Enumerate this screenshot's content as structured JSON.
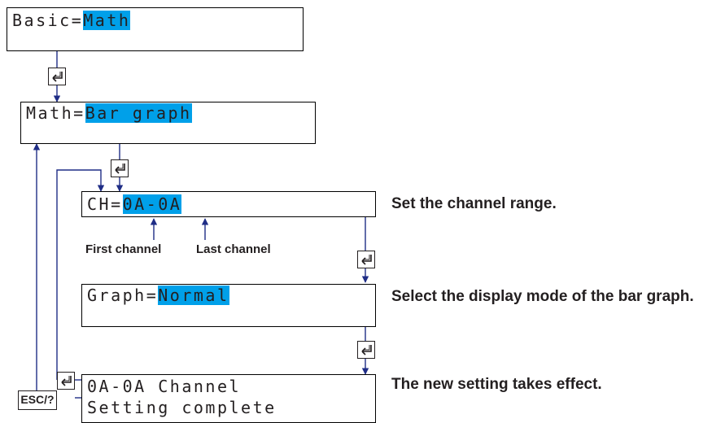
{
  "screens": {
    "basic": {
      "prefix": "Basic=",
      "value": "Math"
    },
    "math": {
      "prefix": "Math=",
      "value": "Bar graph"
    },
    "ch": {
      "prefix": "CH=",
      "value": "0A-0A"
    },
    "graph": {
      "prefix": "Graph=",
      "value": "Normal"
    },
    "complete": {
      "line1": "0A-0A Channel",
      "line2": "Setting complete"
    }
  },
  "labels": {
    "first_channel": "First channel",
    "last_channel": "Last channel"
  },
  "descriptions": {
    "ch": "Set the channel range.",
    "graph": "Select the display mode of the bar graph.",
    "complete": "The new setting takes effect."
  },
  "keys": {
    "enter_icon": "enter-key-icon",
    "esc": "ESC/?"
  },
  "colors": {
    "highlight": "#00a0e9",
    "flow_line": "#1f2d86",
    "text": "#231f20"
  }
}
